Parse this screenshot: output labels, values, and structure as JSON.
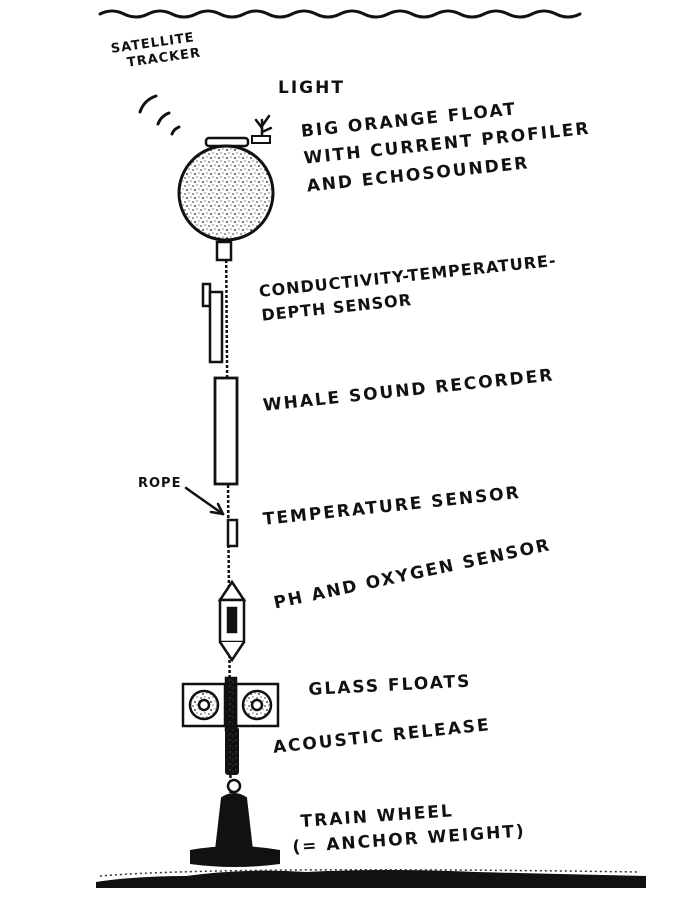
{
  "diagram": {
    "labels": {
      "satellite_tracker": [
        "SATELLITE",
        "TRACKER"
      ],
      "light": "LIGHT",
      "big_float": [
        "BIG ORANGE FLOAT",
        "WITH CURRENT PROFILER",
        "AND ECHOSOUNDER"
      ],
      "ctd": [
        "CONDUCTIVITY-TEMPERATURE-",
        "DEPTH SENSOR"
      ],
      "whale": "WHALE SOUND RECORDER",
      "rope": "ROPE",
      "temperature": "TEMPERATURE SENSOR",
      "ph_oxygen": "pH AND OXYGEN SENSOR",
      "glass": "GLASS FLOATS",
      "acoustic": "ACOUSTIC RELEASE",
      "train": [
        "TRAIN WHEEL",
        "(= ANCHOR WEIGHT)"
      ]
    }
  }
}
